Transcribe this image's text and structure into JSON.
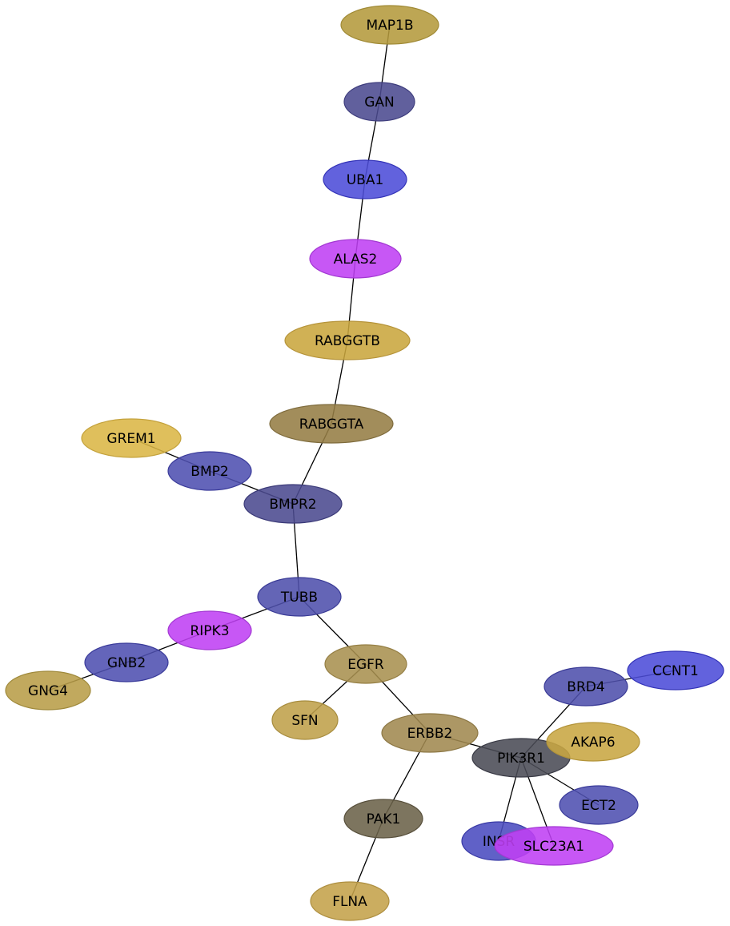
{
  "nodes": [
    {
      "id": "MAP1B",
      "label": "MAP1B",
      "fill": "#b49a3c",
      "stroke": "#a08a35"
    },
    {
      "id": "GAN",
      "label": "GAN",
      "fill": "#4b4a90",
      "stroke": "#3d3c7c"
    },
    {
      "id": "UBA1",
      "label": "UBA1",
      "fill": "#4c4cd8",
      "stroke": "#3434b8"
    },
    {
      "id": "ALAS2",
      "label": "ALAS2",
      "fill": "#bf40f4",
      "stroke": "#a238d2"
    },
    {
      "id": "RABGGTB",
      "label": "RABGGTB",
      "fill": "#c9a63e",
      "stroke": "#b6943a"
    },
    {
      "id": "RABGGTA",
      "label": "RABGGTA",
      "fill": "#957d44",
      "stroke": "#7e6b3c"
    },
    {
      "id": "GREM1",
      "label": "GREM1",
      "fill": "#dbb646",
      "stroke": "#c4a23c"
    },
    {
      "id": "BMP2",
      "label": "BMP2",
      "fill": "#4f50b0",
      "stroke": "#3a3b9a"
    },
    {
      "id": "BMPR2",
      "label": "BMPR2",
      "fill": "#4b4a90",
      "stroke": "#3b3a78"
    },
    {
      "id": "TUBB",
      "label": "TUBB",
      "fill": "#4f50ac",
      "stroke": "#3a3b96"
    },
    {
      "id": "RIPK3",
      "label": "RIPK3",
      "fill": "#bf40f4",
      "stroke": "#a238d2"
    },
    {
      "id": "GNB2",
      "label": "GNB2",
      "fill": "#4f50b0",
      "stroke": "#3a3b9a"
    },
    {
      "id": "GNG4",
      "label": "GNG4",
      "fill": "#b89d48",
      "stroke": "#a08a3c"
    },
    {
      "id": "EGFR",
      "label": "EGFR",
      "fill": "#a99150",
      "stroke": "#957f44"
    },
    {
      "id": "SFN",
      "label": "SFN",
      "fill": "#bfa04a",
      "stroke": "#a78c3e"
    },
    {
      "id": "ERBB2",
      "label": "ERBB2",
      "fill": "#a08950",
      "stroke": "#8c7744"
    },
    {
      "id": "PIK3R1",
      "label": "PIK3R1",
      "fill": "#4a4b55",
      "stroke": "#383944"
    },
    {
      "id": "AKAP6",
      "label": "AKAP6",
      "fill": "#c8a642",
      "stroke": "#b3943a"
    },
    {
      "id": "BRD4",
      "label": "BRD4",
      "fill": "#4f50ac",
      "stroke": "#3a3b96"
    },
    {
      "id": "CCNT1",
      "label": "CCNT1",
      "fill": "#4c4cd8",
      "stroke": "#3434b8"
    },
    {
      "id": "ECT2",
      "label": "ECT2",
      "fill": "#4f50b0",
      "stroke": "#3a3b9a"
    },
    {
      "id": "INSR",
      "label": "INSR",
      "fill": "#4a4bbf",
      "stroke": "#3a3ba6"
    },
    {
      "id": "SLC23A1",
      "label": "SLC23A1",
      "fill": "#bf40f4",
      "stroke": "#a238d2"
    },
    {
      "id": "PAK1",
      "label": "PAK1",
      "fill": "#6b6249",
      "stroke": "#58503c"
    },
    {
      "id": "FLNA",
      "label": "FLNA",
      "fill": "#c4a24a",
      "stroke": "#ae8f40"
    }
  ],
  "edges": [
    [
      "MAP1B",
      "GAN"
    ],
    [
      "GAN",
      "UBA1"
    ],
    [
      "UBA1",
      "ALAS2"
    ],
    [
      "ALAS2",
      "RABGGTB"
    ],
    [
      "RABGGTB",
      "RABGGTA"
    ],
    [
      "RABGGTA",
      "BMPR2"
    ],
    [
      "GREM1",
      "BMP2"
    ],
    [
      "BMP2",
      "BMPR2"
    ],
    [
      "BMPR2",
      "TUBB"
    ],
    [
      "TUBB",
      "RIPK3"
    ],
    [
      "RIPK3",
      "GNB2"
    ],
    [
      "GNB2",
      "GNG4"
    ],
    [
      "TUBB",
      "EGFR"
    ],
    [
      "EGFR",
      "SFN"
    ],
    [
      "EGFR",
      "ERBB2"
    ],
    [
      "ERBB2",
      "PIK3R1"
    ],
    [
      "ERBB2",
      "PAK1"
    ],
    [
      "PAK1",
      "FLNA"
    ],
    [
      "PIK3R1",
      "BRD4"
    ],
    [
      "BRD4",
      "CCNT1"
    ],
    [
      "PIK3R1",
      "ECT2"
    ],
    [
      "PIK3R1",
      "INSR"
    ],
    [
      "PIK3R1",
      "SLC23A1"
    ]
  ]
}
